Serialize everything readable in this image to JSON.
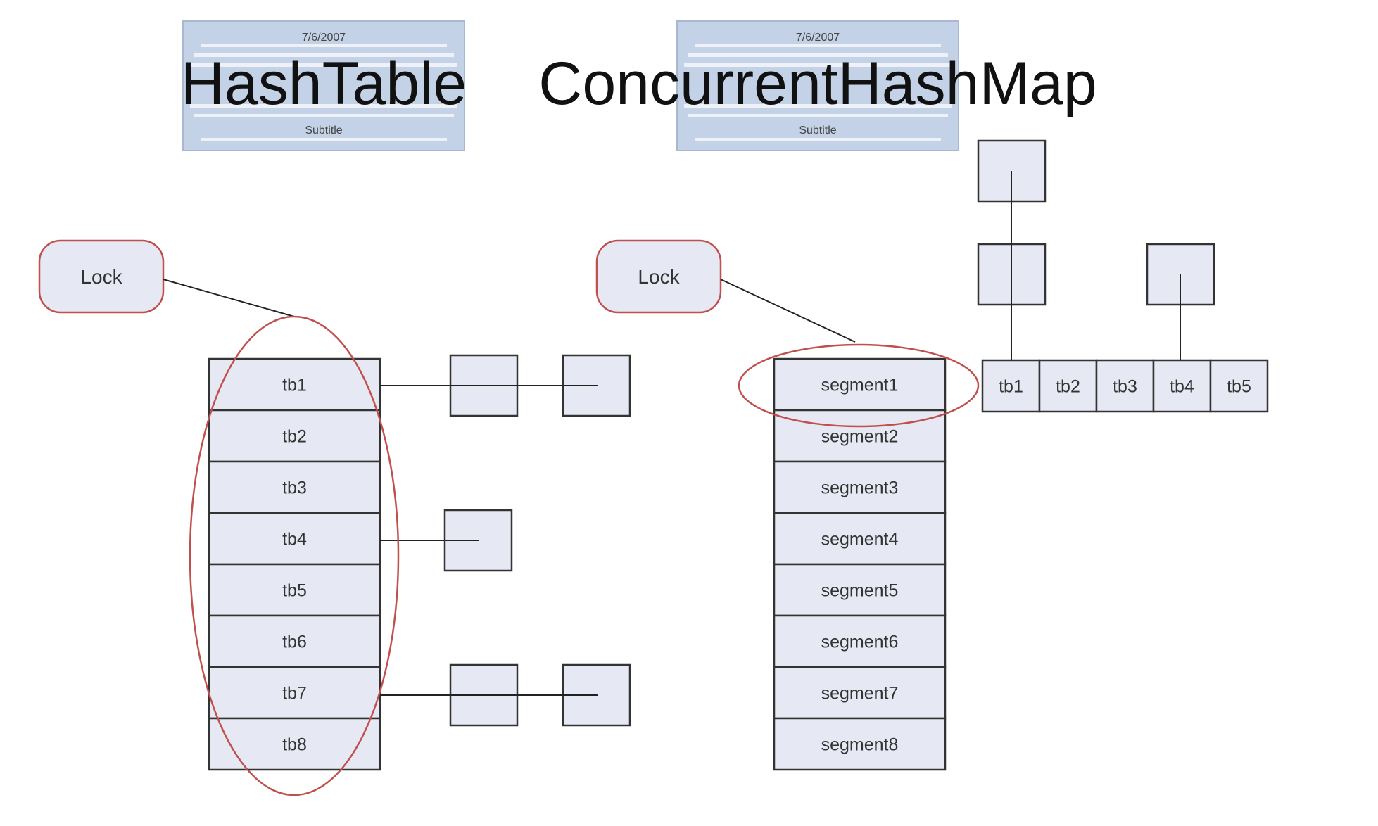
{
  "titles": {
    "hashtable": "HashTable",
    "concurrent": "ConcurrentHashMap"
  },
  "slides": [
    {
      "date": "7/6/2007",
      "subtitle": "Subtitle"
    },
    {
      "date": "7/6/2007",
      "subtitle": "Subtitle"
    }
  ],
  "hashtable": {
    "lock_label": "Lock",
    "buckets": [
      "tb1",
      "tb2",
      "tb3",
      "tb4",
      "tb5",
      "tb6",
      "tb7",
      "tb8"
    ]
  },
  "concurrent": {
    "lock_label": "Lock",
    "segments": [
      "segment1",
      "segment2",
      "segment3",
      "segment4",
      "segment5",
      "segment6",
      "segment7",
      "segment8"
    ],
    "segment_table": [
      "tb1",
      "tb2",
      "tb3",
      "tb4",
      "tb5"
    ]
  },
  "colors": {
    "cell_fill": "#e6e9f3",
    "cell_stroke": "#333333",
    "lock_stroke": "#c0504d",
    "lock_fill": "#e6e9f3",
    "slide_fill": "#c3d2e6",
    "slide_stripe": "#e8eef6"
  }
}
